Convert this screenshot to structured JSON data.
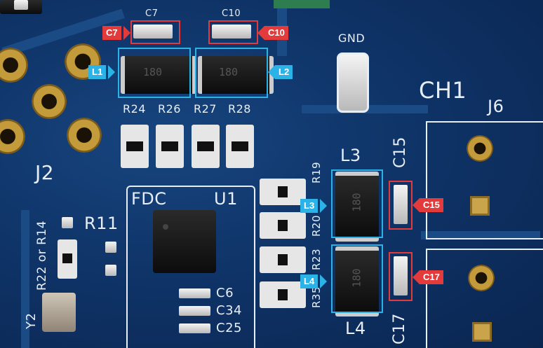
{
  "silkscreen": {
    "c7": "C7",
    "c10": "C10",
    "gnd": "GND",
    "ch1": "CH1",
    "j6": "J6",
    "r24": "R24",
    "r26": "R26",
    "r27": "R27",
    "r28": "R28",
    "j2": "J2",
    "l3": "L3",
    "c15": "C15",
    "fdc": "FDC",
    "u1": "U1",
    "r19": "R19",
    "r20": "R20",
    "r23": "R23",
    "r35": "R35",
    "r22or14": "R22 or R14",
    "r11": "R11",
    "y2": "Y2",
    "c6": "C6",
    "c34": "C34",
    "c25": "C25",
    "l4": "L4",
    "c17": "C17",
    "ind_top_mark": "180",
    "ind_mid_mark": "180"
  },
  "callouts": {
    "c7": "C7",
    "c10": "C10",
    "l1": "L1",
    "l2": "L2",
    "l3": "L3",
    "l4": "L4",
    "c15": "C15",
    "c17": "C17"
  },
  "colors": {
    "callout_red": "#e33b3b",
    "callout_blue": "#2bb3e8",
    "board": "#0f3468"
  }
}
